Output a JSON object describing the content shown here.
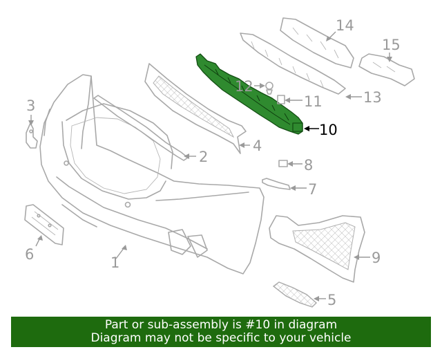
{
  "callouts": {
    "c1": "1",
    "c2": "2",
    "c3": "3",
    "c4": "4",
    "c5": "5",
    "c6": "6",
    "c7": "7",
    "c8": "8",
    "c9": "9",
    "c10": "10",
    "c11": "11",
    "c12": "12",
    "c13": "13",
    "c14": "14",
    "c15": "15"
  },
  "highlighted_part": "10",
  "colors": {
    "highlight": "#2f8a2f",
    "banner_bg": "#1e6b0e",
    "parts_outline": "#a8a8a8"
  },
  "banner": {
    "line1": "Part or sub-assembly is #10 in diagram",
    "line2": "Diagram may not be specific to your vehicle"
  }
}
